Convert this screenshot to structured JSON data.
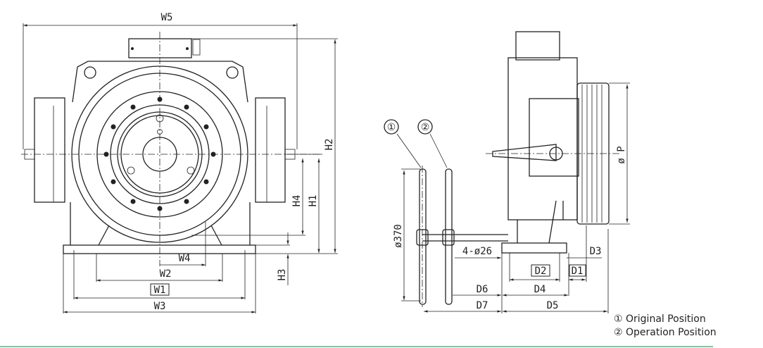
{
  "front_view": {
    "dimensions": {
      "w5": "W5",
      "w4": "W4",
      "w2": "W2",
      "w1": "W1",
      "w3": "W3",
      "h2": "H2",
      "h1": "H1",
      "h4": "H4",
      "h3": "H3"
    }
  },
  "side_view": {
    "markers": {
      "original": "①",
      "operation": "②"
    },
    "dimensions": {
      "handwheel_dia": "ø370",
      "pulley_dia": "ø P",
      "holes": "4-ø26",
      "d1": "D1",
      "d2": "D2",
      "d3": "D3",
      "d4": "D4",
      "d5": "D5",
      "d6": "D6",
      "d7": "D7"
    }
  },
  "legend": {
    "items": [
      "① Original Position",
      "② Operation Position"
    ]
  },
  "colors": {
    "line": "#222222",
    "accent_rule": "#7ec8a0"
  }
}
